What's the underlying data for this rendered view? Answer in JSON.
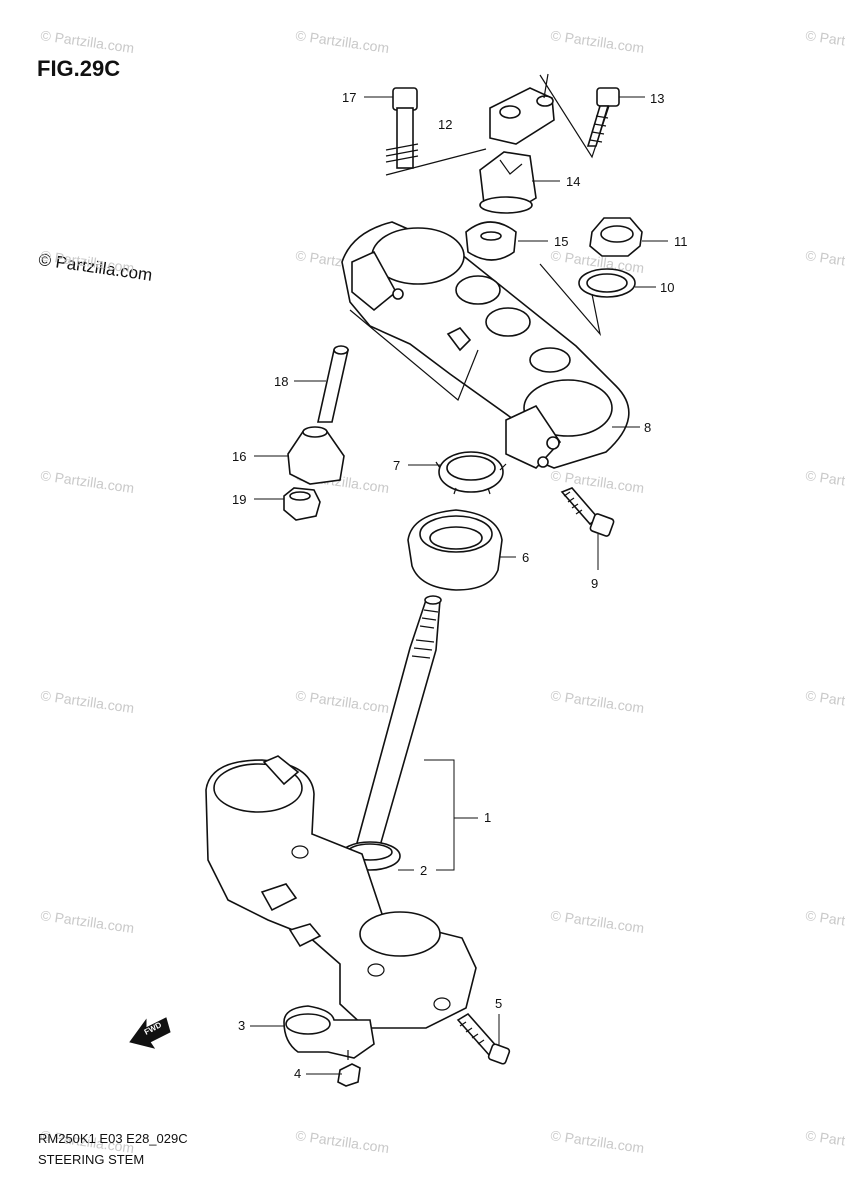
{
  "figure": {
    "title": "FIG.29C",
    "code": "RM250K1 E03 E28_029C",
    "name": "STEERING STEM"
  },
  "watermark": {
    "text": "© Partzilla.com"
  },
  "fwd_label": "FWD",
  "callouts": [
    "1",
    "2",
    "3",
    "4",
    "5",
    "6",
    "7",
    "8",
    "9",
    "10",
    "11",
    "12",
    "13",
    "14",
    "15",
    "16",
    "17",
    "18",
    "19"
  ]
}
